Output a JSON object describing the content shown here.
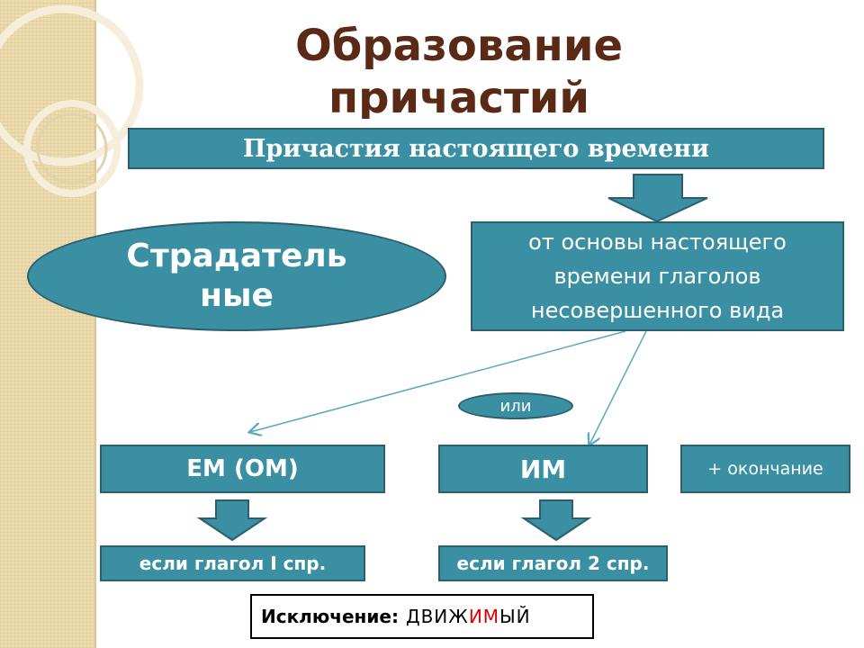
{
  "title": "Образование причастий",
  "header_box": "Причастия настоящего времени",
  "type_ellipse": "Страдатель ные",
  "basis_box": "от основы настоящего времени глаголов несовершенного вида",
  "or_label": "или",
  "suffix_left": "ЕМ (ОМ)",
  "suffix_right": "ИМ",
  "ending_box": "+ окончание",
  "condition_left": "если глагол I спр.",
  "condition_right": "если глагол 2 спр.",
  "exception": {
    "label": "Исключение:",
    "word_start": "движ",
    "word_highlight": "им",
    "word_end": "ый",
    "highlight_color": "#e00000"
  },
  "colors": {
    "box_fill": "#3a8fa2",
    "box_border": "#2b5f6e",
    "title": "#5a2a17",
    "connector": "#5aa9c0"
  }
}
